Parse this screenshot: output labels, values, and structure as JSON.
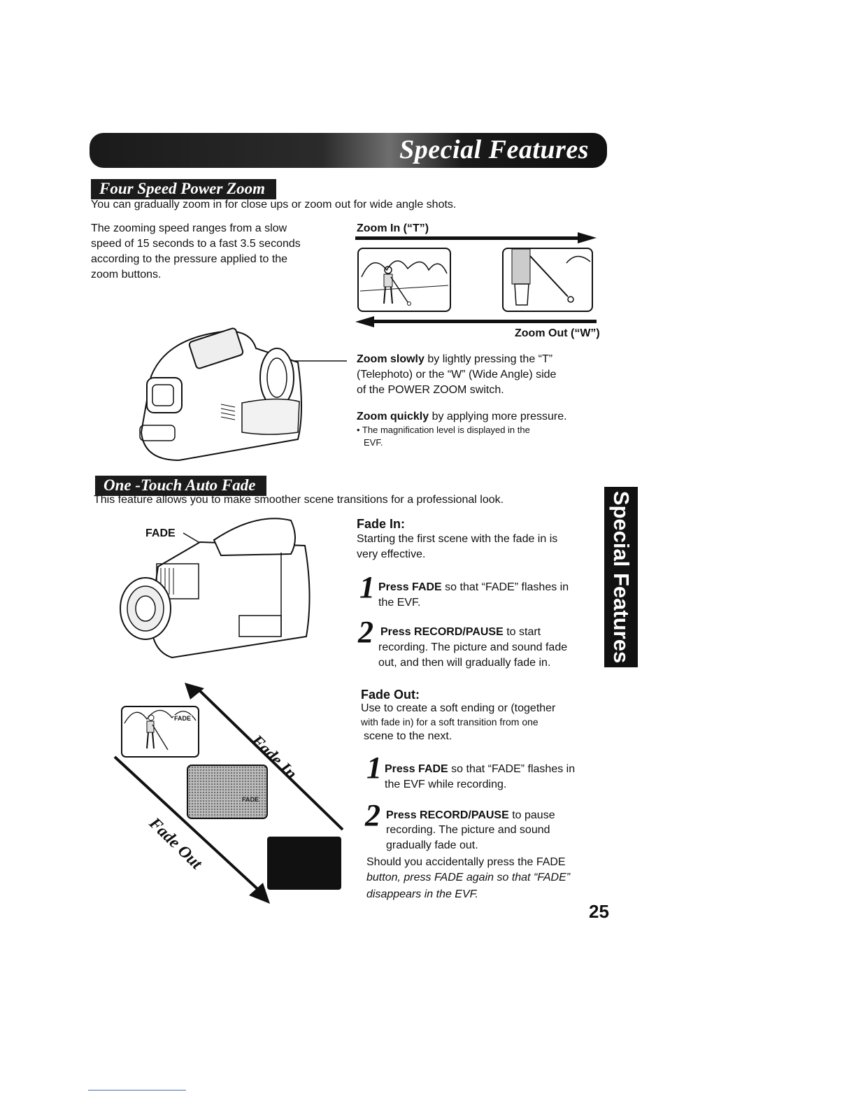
{
  "header": {
    "title": "Special Features"
  },
  "side_tab": {
    "label": "Special Features"
  },
  "zoom": {
    "title": "Four Speed Power Zoom",
    "intro": "You can gradually zoom in for close ups or zoom out for wide angle shots.",
    "speed_lines": [
      "The zooming speed ranges from a slow",
      "speed of 15 seconds to a fast 3.5 seconds",
      "according to the pressure applied to the",
      "zoom buttons."
    ],
    "zoom_in_label": "Zoom In (“T”)",
    "zoom_out_label": "Zoom Out (“W”)",
    "slow_bold": "Zoom slowly",
    "slow_line1": " by lightly pressing the “T”",
    "slow_line2": "(Telephoto) or the “W” (Wide Angle) side",
    "slow_line3": "of the POWER ZOOM switch.",
    "quick_bold": "Zoom quickly",
    "quick_rest": " by applying more pressure.",
    "note_line1": "• The magnification level is displayed in the",
    "note_line2": "EVF."
  },
  "fade": {
    "title": "One -Touch Auto Fade",
    "intro": "This feature allows you to make smoother scene transitions for a professional look.",
    "fade_label": "FADE",
    "frame_label": "FADE",
    "fade_in_heading": "Fade In:",
    "fade_in_desc1": "Starting the first scene with the fade in is",
    "fade_in_desc2": "very effective.",
    "in_step1_num": "1",
    "in_step1_pre": "Press ",
    "in_step1_bold": "FADE",
    "in_step1_post": " so that “FADE” flashes in",
    "in_step1_line2": "the EVF.",
    "in_step2_num": "2",
    "in_step2_pre": "Press ",
    "in_step2_bold": "RECORD/PAUSE",
    "in_step2_post": " to start",
    "in_step2_line2": "recording. The picture and sound fade",
    "in_step2_line3": "out, and then will gradually fade in.",
    "fade_out_heading": "Fade Out:",
    "fade_out_desc1": "Use to create a soft ending or (together",
    "fade_out_desc2": "with fade in) for a soft transition from one",
    "fade_out_desc3": "scene to the next.",
    "out_step1_num": "1",
    "out_step1_pre": "Press ",
    "out_step1_bold": "FADE",
    "out_step1_post": " so that “FADE” flashes in",
    "out_step1_line2": "the EVF while recording.",
    "out_step2_num": "2",
    "out_step2_pre": "Press ",
    "out_step2_bold": "RECORD/PAUSE",
    "out_step2_post": " to pause",
    "out_step2_line2": "recording. The picture and sound",
    "out_step2_line3": "gradually fade out.",
    "accident1": "Should you accidentally press the FADE",
    "accident2": "button, press FADE again so that “FADE”",
    "accident3": "disappears in the EVF.",
    "arrow_in_label": "Fade In",
    "arrow_out_label": "Fade Out"
  },
  "page_number": "25"
}
